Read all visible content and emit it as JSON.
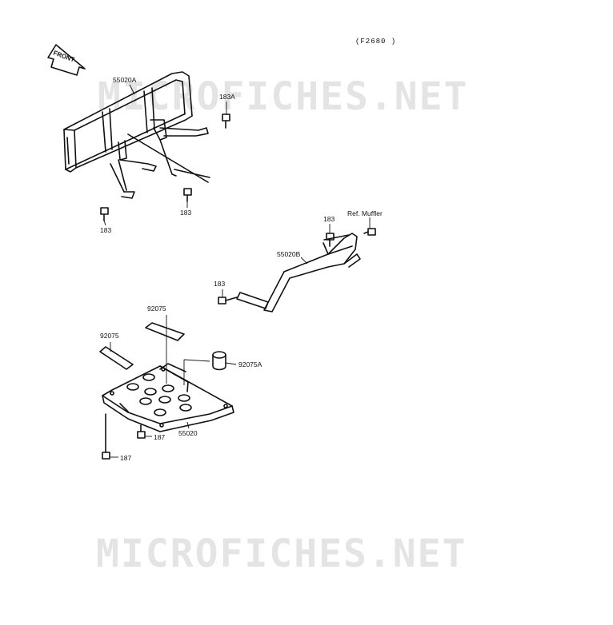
{
  "figure_code": "(F2680 )",
  "front_arrow": {
    "label": "FRONT",
    "icon": "front-arrow-icon"
  },
  "watermark": "MICROFICHES.NET",
  "parts": {
    "rack_front": "55020A",
    "rack_rear": "55020B",
    "skid_plate": "55020",
    "pad_top": "92075",
    "pad_left": "92075",
    "spacer": "92075A",
    "bolt_183a": "183A",
    "bolt_183_front_right": "183",
    "bolt_183_front_left": "183",
    "bolt_183_rear_top": "183",
    "bolt_183_rear_left": "183",
    "bolt_187_middle": "187",
    "bolt_187_lower": "187",
    "ref_muffler": "Ref. Muffler"
  },
  "colors": {
    "line": "#111111",
    "watermark": "#e4e4e4"
  }
}
